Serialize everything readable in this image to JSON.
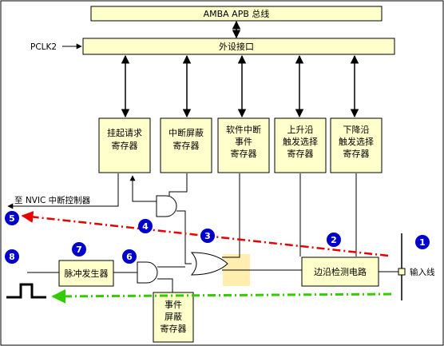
{
  "bus": {
    "label": "AMBA APB 总线"
  },
  "peripheral_interface": {
    "label": "外设接口"
  },
  "clock": {
    "label": "PCLK2"
  },
  "registers": {
    "pending": [
      "挂起请求",
      "寄存器"
    ],
    "interrupt_mask": [
      "中断屏蔽",
      "寄存器"
    ],
    "software_interrupt_event": [
      "软件中断",
      "事件",
      "寄存器"
    ],
    "rising_trigger": [
      "上升沿",
      "触发选择",
      "寄存器"
    ],
    "falling_trigger": [
      "下降沿",
      "触发选择",
      "寄存器"
    ],
    "event_mask": [
      "事件",
      "屏蔽",
      "寄存器"
    ]
  },
  "edge_detect": {
    "label": "边沿检测电路"
  },
  "pulse_generator": {
    "label": "脉冲发生器"
  },
  "nvic": {
    "label": "至 NVIC 中断控制器"
  },
  "input_line": {
    "label": "输入线"
  },
  "markers": [
    "1",
    "2",
    "3",
    "4",
    "5",
    "6",
    "7",
    "8"
  ],
  "colors": {
    "box_fill": "#ffffcc",
    "marker_fill": "#0000cc",
    "interrupt_path": "#e60000",
    "event_path": "#33cc00",
    "highlight": "#ffeeb0"
  }
}
